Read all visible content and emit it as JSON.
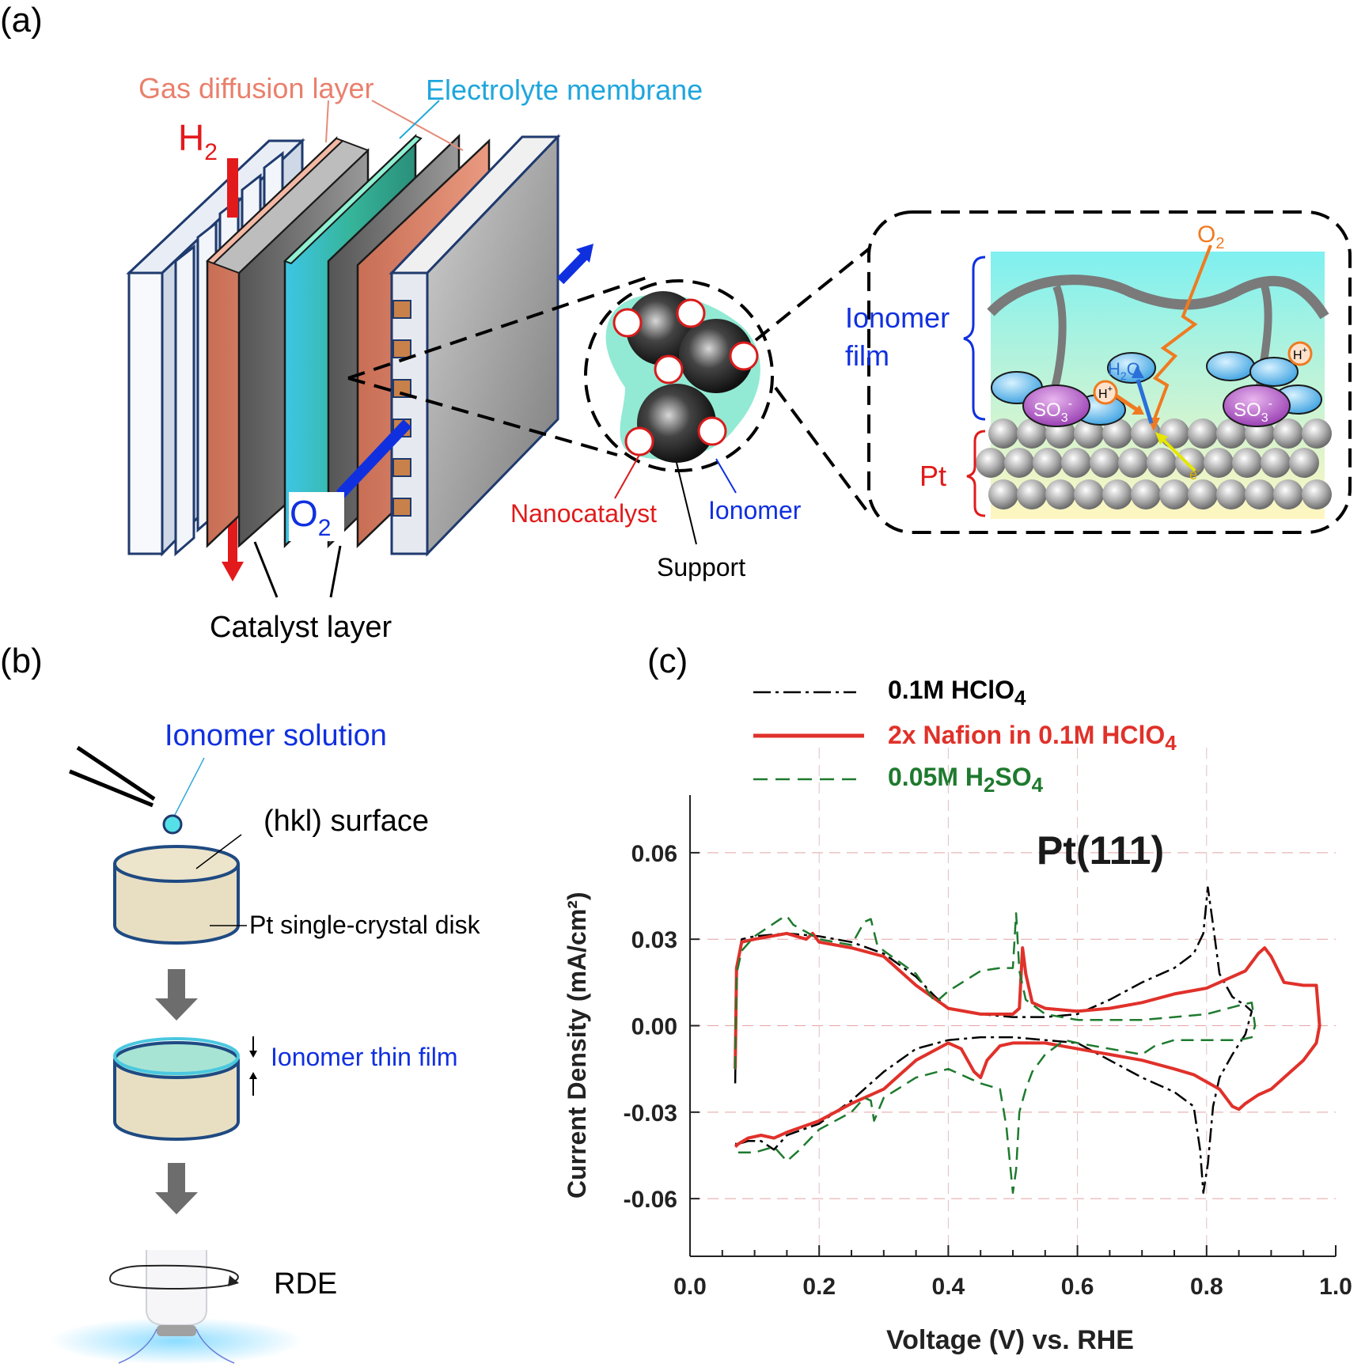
{
  "panels": {
    "a": {
      "tag": "(a)",
      "labels": {
        "gdl": "Gas diffusion layer",
        "membrane": "Electrolyte membrane",
        "h2": "H",
        "h2_sub": "2",
        "o2": "O",
        "o2_sub": "2",
        "catalyst_layer": "Catalyst layer",
        "nanocatalyst": "Nanocatalyst",
        "ionomer": "Ionomer",
        "support": "Support",
        "ionomer_film_1": "Ionomer",
        "ionomer_film_2": "film",
        "pt": "Pt",
        "inset_o2": "O",
        "inset_o2_sub": "2",
        "h2o": "H",
        "h2o_sub": "2",
        "h2o_o": "O",
        "so3": "SO",
        "so3_sub": "3",
        "so3_sup": "-",
        "hplus": "H",
        "hplus_sup": "+",
        "electron": "e",
        "electron_sup": "-"
      },
      "colors": {
        "gdl": "#d9826a",
        "membrane": "#2fb5a0",
        "h2_arrow": "#e31a1c",
        "o2_arrow": "#1030e0",
        "inset_bg_top": "#7ff0f0",
        "inset_bg_bottom": "#fff7c0"
      }
    },
    "b": {
      "tag": "(b)",
      "labels": {
        "ionomer_solution": "Ionomer solution",
        "hkl_surface": "(hkl) surface",
        "disk": "Pt single-crystal disk",
        "thin_film": "Ionomer thin film",
        "rde": "RDE"
      }
    },
    "c": {
      "tag": "(c)"
    }
  },
  "chart_data": {
    "type": "line",
    "title": "Pt(111)",
    "xlabel": "Voltage (V) vs. RHE",
    "ylabel": "Current Density (mA/cm²)",
    "xlim": [
      0.0,
      1.0
    ],
    "ylim": [
      -0.08,
      0.08
    ],
    "xticks": [
      "0.0",
      "0.2",
      "0.4",
      "0.6",
      "0.8",
      "1.0"
    ],
    "yticks": [
      "0.06",
      "0.03",
      "0.00",
      "-0.03",
      "-0.06"
    ],
    "ytick_values": [
      0.06,
      0.03,
      0.0,
      -0.03,
      -0.06
    ],
    "xtick_values": [
      0.0,
      0.2,
      0.4,
      0.6,
      0.8,
      1.0
    ],
    "grid": true,
    "legend_position": "top",
    "series": [
      {
        "name": "0.1M HClO4",
        "legend_main": "0.1M HClO",
        "legend_sub": "4",
        "color": "#000000",
        "style": "dashdot",
        "x": [
          0.07,
          0.072,
          0.08,
          0.1,
          0.15,
          0.2,
          0.25,
          0.3,
          0.35,
          0.38,
          0.4,
          0.45,
          0.5,
          0.55,
          0.6,
          0.65,
          0.7,
          0.75,
          0.78,
          0.795,
          0.802,
          0.81,
          0.82,
          0.84,
          0.86,
          0.87,
          0.86,
          0.84,
          0.82,
          0.81,
          0.802,
          0.795,
          0.79,
          0.78,
          0.75,
          0.7,
          0.65,
          0.6,
          0.55,
          0.5,
          0.45,
          0.4,
          0.35,
          0.3,
          0.25,
          0.2,
          0.15,
          0.13,
          0.11,
          0.09,
          0.075,
          0.07
        ],
        "y": [
          -0.02,
          0.02,
          0.03,
          0.031,
          0.032,
          0.031,
          0.029,
          0.025,
          0.017,
          0.01,
          0.006,
          0.004,
          0.003,
          0.003,
          0.004,
          0.009,
          0.015,
          0.02,
          0.025,
          0.032,
          0.048,
          0.035,
          0.018,
          0.01,
          0.007,
          0.005,
          -0.003,
          -0.01,
          -0.018,
          -0.028,
          -0.048,
          -0.058,
          -0.043,
          -0.028,
          -0.023,
          -0.018,
          -0.012,
          -0.006,
          -0.005,
          -0.004,
          -0.004,
          -0.005,
          -0.008,
          -0.016,
          -0.026,
          -0.034,
          -0.038,
          -0.043,
          -0.04,
          -0.04,
          -0.041,
          -0.041
        ]
      },
      {
        "name": "2x Nafion in 0.1M HClO4",
        "legend_main": "2x Nafion in 0.1M HClO",
        "legend_sub": "4",
        "color": "#e0312a",
        "style": "solid",
        "x": [
          0.07,
          0.072,
          0.08,
          0.1,
          0.15,
          0.18,
          0.19,
          0.2,
          0.25,
          0.3,
          0.35,
          0.4,
          0.45,
          0.5,
          0.51,
          0.515,
          0.52,
          0.53,
          0.55,
          0.6,
          0.65,
          0.7,
          0.75,
          0.8,
          0.83,
          0.86,
          0.88,
          0.89,
          0.9,
          0.92,
          0.95,
          0.97,
          0.975,
          0.97,
          0.95,
          0.92,
          0.9,
          0.88,
          0.86,
          0.85,
          0.84,
          0.82,
          0.78,
          0.75,
          0.7,
          0.65,
          0.6,
          0.55,
          0.5,
          0.48,
          0.46,
          0.45,
          0.44,
          0.42,
          0.4,
          0.35,
          0.3,
          0.25,
          0.2,
          0.15,
          0.13,
          0.11,
          0.09,
          0.075,
          0.07
        ],
        "y": [
          -0.015,
          0.02,
          0.029,
          0.03,
          0.032,
          0.03,
          0.032,
          0.029,
          0.027,
          0.024,
          0.014,
          0.006,
          0.004,
          0.004,
          0.006,
          0.027,
          0.018,
          0.008,
          0.006,
          0.005,
          0.006,
          0.008,
          0.011,
          0.013,
          0.016,
          0.019,
          0.025,
          0.027,
          0.024,
          0.015,
          0.014,
          0.014,
          0.0,
          -0.006,
          -0.012,
          -0.018,
          -0.022,
          -0.024,
          -0.027,
          -0.029,
          -0.028,
          -0.022,
          -0.017,
          -0.015,
          -0.012,
          -0.01,
          -0.008,
          -0.006,
          -0.006,
          -0.007,
          -0.012,
          -0.018,
          -0.016,
          -0.008,
          -0.006,
          -0.012,
          -0.022,
          -0.027,
          -0.033,
          -0.037,
          -0.039,
          -0.038,
          -0.039,
          -0.041,
          -0.042
        ]
      },
      {
        "name": "0.05M H2SO4",
        "legend_main": "0.05M H",
        "legend_sub1": "2",
        "legend_mid": "SO",
        "legend_sub2": "4",
        "color": "#1e7a2e",
        "style": "dashed",
        "x": [
          0.07,
          0.072,
          0.08,
          0.1,
          0.12,
          0.14,
          0.15,
          0.16,
          0.2,
          0.25,
          0.27,
          0.28,
          0.29,
          0.3,
          0.35,
          0.38,
          0.4,
          0.45,
          0.48,
          0.5,
          0.505,
          0.51,
          0.52,
          0.55,
          0.6,
          0.65,
          0.7,
          0.75,
          0.8,
          0.85,
          0.87,
          0.875,
          0.87,
          0.85,
          0.8,
          0.75,
          0.72,
          0.7,
          0.65,
          0.6,
          0.58,
          0.55,
          0.53,
          0.52,
          0.51,
          0.505,
          0.5,
          0.49,
          0.48,
          0.45,
          0.4,
          0.35,
          0.3,
          0.285,
          0.28,
          0.27,
          0.25,
          0.2,
          0.17,
          0.15,
          0.13,
          0.1,
          0.08,
          0.07
        ],
        "y": [
          -0.015,
          0.018,
          0.026,
          0.031,
          0.034,
          0.037,
          0.038,
          0.035,
          0.03,
          0.028,
          0.036,
          0.037,
          0.028,
          0.026,
          0.018,
          0.008,
          0.012,
          0.019,
          0.02,
          0.02,
          0.039,
          0.019,
          0.009,
          0.004,
          0.002,
          0.002,
          0.002,
          0.003,
          0.004,
          0.007,
          0.008,
          0.0,
          -0.004,
          -0.005,
          -0.005,
          -0.005,
          -0.007,
          -0.01,
          -0.008,
          -0.006,
          -0.005,
          -0.01,
          -0.016,
          -0.022,
          -0.03,
          -0.05,
          -0.058,
          -0.035,
          -0.022,
          -0.02,
          -0.015,
          -0.018,
          -0.025,
          -0.033,
          -0.026,
          -0.025,
          -0.03,
          -0.036,
          -0.043,
          -0.047,
          -0.042,
          -0.044,
          -0.044,
          -0.044
        ]
      }
    ]
  }
}
